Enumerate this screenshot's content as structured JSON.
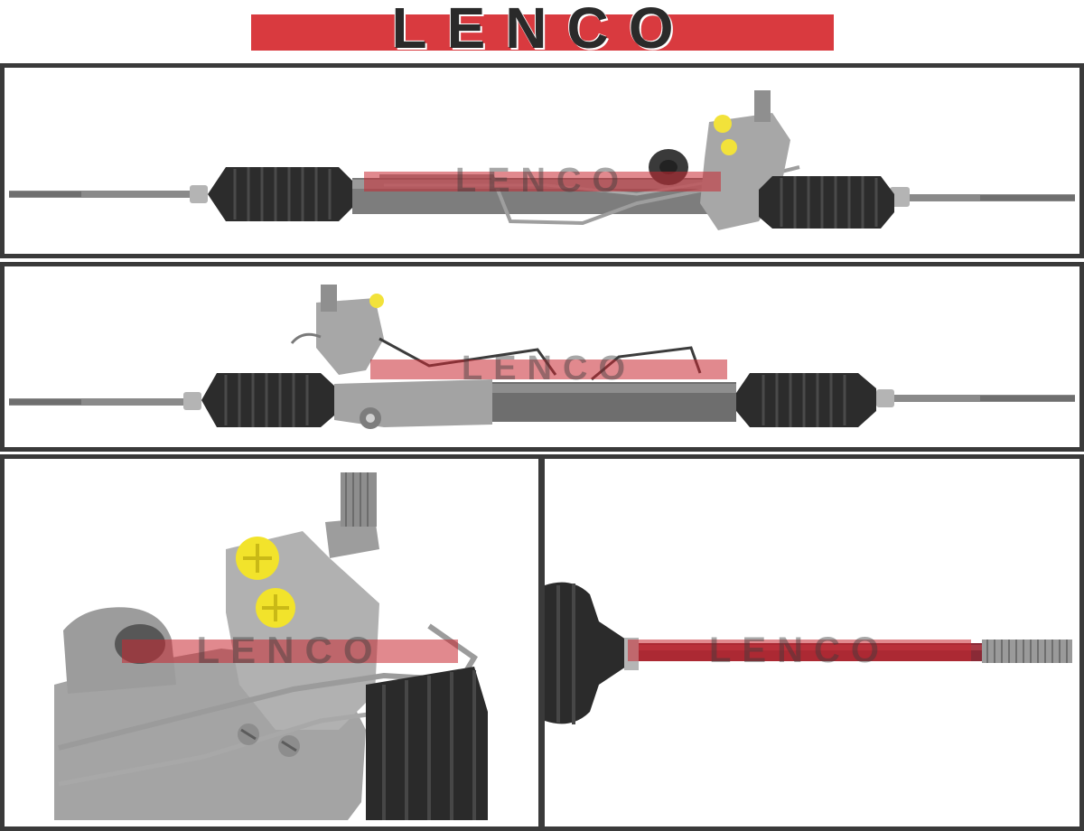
{
  "brand": {
    "logo": "LENCO",
    "accent": "#d93a3f",
    "frame_color": "#3a3a3a"
  },
  "panels": [
    {
      "id": "panel1",
      "subject": "steering-rack-front-view",
      "watermark": "LENCO"
    },
    {
      "id": "panel2",
      "subject": "steering-rack-rear-view",
      "watermark": "LENCO"
    },
    {
      "id": "panel3",
      "subject": "valve-housing-closeup",
      "watermark": "LENCO"
    },
    {
      "id": "panel4",
      "subject": "tie-rod-end-closeup",
      "watermark": "LENCO"
    }
  ]
}
